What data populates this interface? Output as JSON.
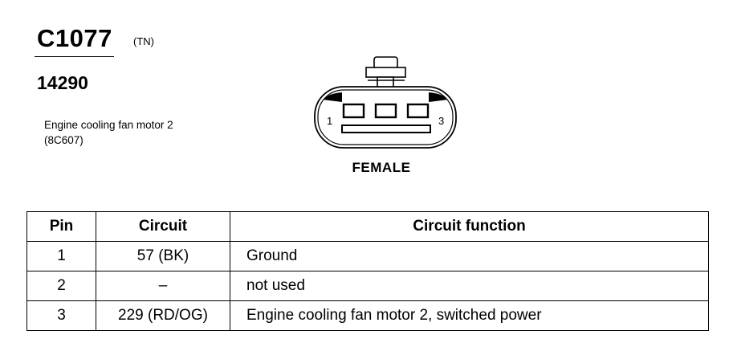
{
  "header": {
    "connector_id": "C1077",
    "color_code": "(TN)",
    "part_number": "14290",
    "description_line1": "Engine cooling fan motor 2",
    "description_line2": "(8C607)"
  },
  "connector": {
    "pin_label_left": "1",
    "pin_label_right": "3",
    "gender_label": "FEMALE"
  },
  "table": {
    "headers": {
      "pin": "Pin",
      "circuit": "Circuit",
      "function": "Circuit function"
    },
    "rows": [
      {
        "pin": "1",
        "circuit": "57 (BK)",
        "function": "Ground"
      },
      {
        "pin": "2",
        "circuit": "–",
        "function": "not used"
      },
      {
        "pin": "3",
        "circuit": "229 (RD/OG)",
        "function": "Engine cooling fan motor 2, switched power"
      }
    ]
  }
}
